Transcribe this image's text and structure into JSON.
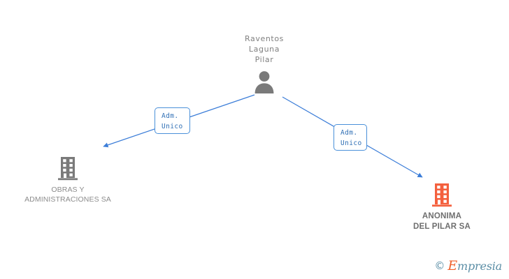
{
  "diagram": {
    "title": "Corporate relationship chart",
    "person": {
      "name": "Raventos\nLaguna\nPilar",
      "icon": "person-icon",
      "color": "#808080"
    },
    "companies": [
      {
        "id": "left",
        "name": "OBRAS Y\nADMINISTRACIONES SA",
        "icon": "building-icon",
        "color": "#808080"
      },
      {
        "id": "right",
        "name": "ANONIMA\nDEL PILAR SA",
        "icon": "building-icon",
        "color": "#f4603e"
      }
    ],
    "edges": [
      {
        "id": "left",
        "label": "Adm.\nUnico",
        "from": "person",
        "to": "left-company",
        "color": "#4a90d9"
      },
      {
        "id": "right",
        "label": "Adm.\nUnico",
        "from": "person",
        "to": "right-company",
        "color": "#4a90d9"
      }
    ]
  },
  "watermark": {
    "copyright": "©",
    "brand_initial": "E",
    "brand_rest": "mpresia",
    "brand_color": "#f0622e",
    "text_color": "#5b8ea6"
  }
}
